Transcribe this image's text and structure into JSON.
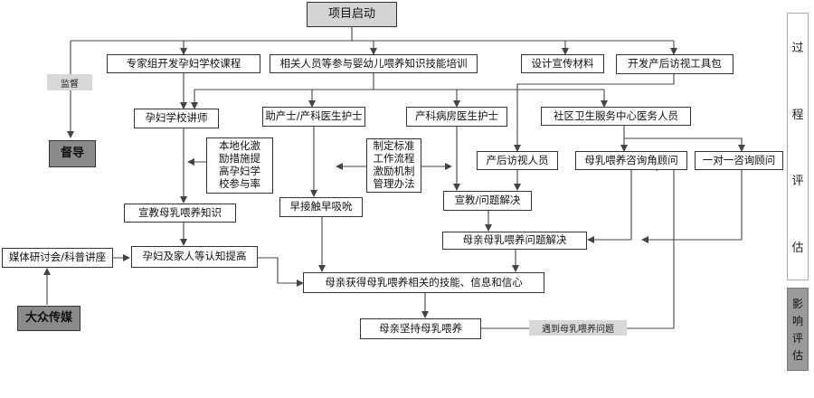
{
  "nodes": {
    "launch": "项目启动",
    "course": "专家组开发孕妇学校课程",
    "training": "相关人员等参与婴幼儿喂养知识技能培训",
    "promo": "设计宣传材料",
    "toolkit": "开发产后访视工具包",
    "teacher": "孕妇学校讲师",
    "midwife": "助产士/产科医生护士",
    "ward_nurse": "产科病房医生护士",
    "community": "社区卫生服务中心医务人员",
    "localize": [
      "本地化激",
      "励措施提",
      "高孕妇学",
      "校参与率"
    ],
    "standards": [
      "制定标准",
      "工作流程",
      "激励机制",
      "管理办法"
    ],
    "visitor": "产后访视人员",
    "corner": "母乳喂养咨询角顾问",
    "one_on_one": "一对一咨询顾问",
    "supervise": "督导",
    "edu_knowledge": "宣教母乳喂养知识",
    "early_contact": "早接触早吸吮",
    "edu_solve": "宣教/问题解决",
    "mother_solve": "母亲母乳喂养问题解决",
    "media_event": "媒体研讨会/科普讲座",
    "awareness": "孕妇及家人等认知提高",
    "mother_skills": "母亲获得母乳喂养相关的技能、信息和信心",
    "mass_media": "大众传媒",
    "persist": "母亲坚持母乳喂养"
  },
  "labels": {
    "supervision": "监督",
    "problem": "遇到母乳喂养问题"
  },
  "side": {
    "process": [
      "过",
      "程",
      "评",
      "估"
    ],
    "impact": [
      "影",
      "响",
      "评",
      "估"
    ]
  }
}
